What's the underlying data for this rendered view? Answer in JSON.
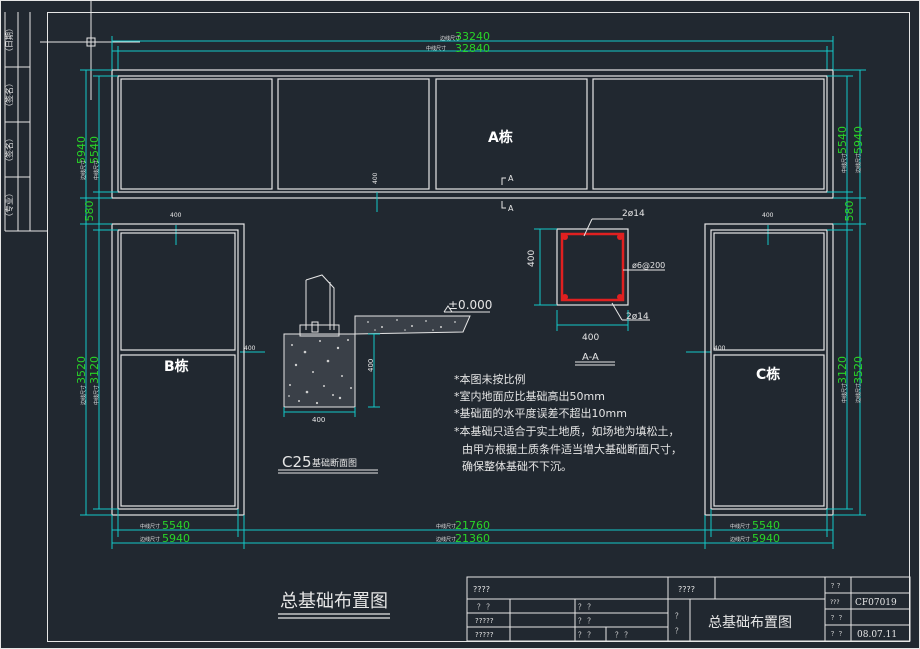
{
  "colors": {
    "background": "#212830",
    "line_white": "#e6e6e6",
    "dimension_cyan": "#14c8c8",
    "dimension_green": "#28d428",
    "rebar_red": "#e02020",
    "grid_gray": "#9aa0a6"
  },
  "title_block_side": {
    "labels": [
      "（日期）",
      "（签名）",
      "（签名）",
      "（专业）"
    ]
  },
  "top_dims": {
    "outer_label": "边线尺寸",
    "outer_value": "33240",
    "inner_label": "中线尺寸",
    "inner_value": "32840"
  },
  "bottom_dims": {
    "center_inner_label": "中线尺寸",
    "center_inner_value": "21760",
    "center_outer_label": "边线尺寸",
    "center_outer_value": "21360",
    "left_inner_label": "中线尺寸",
    "left_inner_value": "5540",
    "left_outer_label": "边线尺寸",
    "left_outer_value": "5940",
    "right_inner_label": "中线尺寸",
    "right_inner_value": "5540",
    "right_outer_label": "边线尺寸",
    "right_outer_value": "5940"
  },
  "side_dims": {
    "left_top_outer": "5940",
    "left_top_inner": "5540",
    "right_top_outer": "5940",
    "right_top_inner": "5540",
    "left_gap": "580",
    "right_gap": "580",
    "left_bottom_outer": "3520",
    "left_bottom_inner": "3120",
    "right_bottom_outer": "3520",
    "right_bottom_inner": "3120",
    "outer_label": "边线尺寸",
    "inner_label": "中线尺寸"
  },
  "buildings": {
    "a": "A栋",
    "b": "B栋",
    "c": "C栋"
  },
  "small_dims": {
    "d400": "400",
    "section_mark": "A"
  },
  "foundation_section": {
    "elevation": "±0.000",
    "width": "400",
    "height": "400",
    "caption": "C25",
    "caption_suffix": "基础断面图"
  },
  "column_section": {
    "top_rebar": "2ø14",
    "stirrup": "ø6@200",
    "bottom_rebar": "2ø14",
    "height": "400",
    "width": "400",
    "caption": "A-A"
  },
  "notes": [
    "*本图未按比例",
    "*室内地面应比基础高出50mm",
    "*基础面的水平度误差不超出10mm",
    "*本基础只适合于实土地质，如场地为填松土，",
    "由甲方根据土质条件适当增大基础断面尺寸，",
    "确保整体基础不下沉。"
  ],
  "drawing_title": "总基础布置图",
  "title_block": {
    "r1c1": "????",
    "r1c2": "????",
    "r2c1": "？ ？",
    "r2c2": "？ ？",
    "r3c1": "?????",
    "r3c2": "？ ？",
    "r4c1": "?????",
    "r4c2": "？ ？",
    "r4c3": "？  ？",
    "mid_q": "？",
    "mid_q2": "？",
    "name": "总基础布置图",
    "rc1": "？？",
    "rc2": "???",
    "rc3": "？ ？",
    "rc4": "？ ？",
    "code": "CF07019",
    "date": "08.07.11"
  }
}
